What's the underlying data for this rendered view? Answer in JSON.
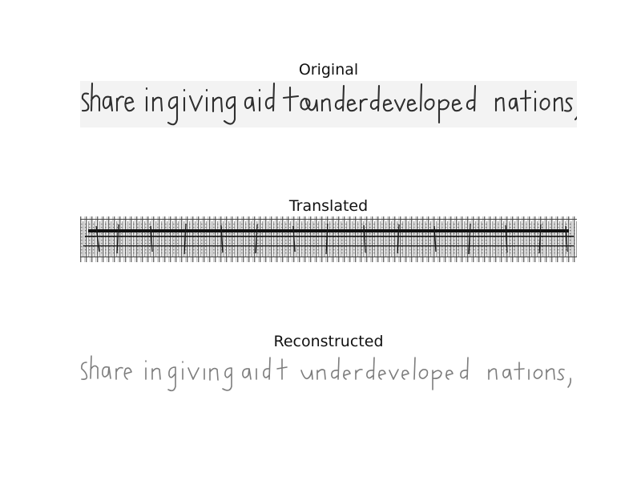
{
  "panels": [
    {
      "title": "Original",
      "image": "handwritten line: share in giving aid to underdeveloped nations, the"
    },
    {
      "title": "Translated",
      "image": "noisy distorted handwritten line with vertical stripe artifacts"
    },
    {
      "title": "Reconstructed",
      "image": "faint reconstructed handwritten line"
    }
  ],
  "colors": {
    "background": "#ffffff",
    "ink": "#2b2b2b",
    "faint_ink": "#8a8a8a"
  }
}
